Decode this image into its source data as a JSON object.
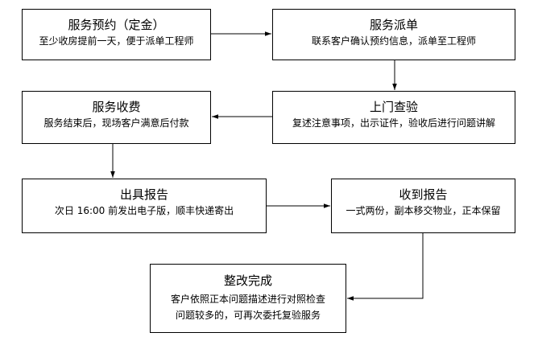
{
  "steps": [
    {
      "title": "服务预约（定金）",
      "desc": "至少收房提前一天，便于派单工程师"
    },
    {
      "title": "服务派单",
      "desc": "联系客户确认预约信息，派单至工程师"
    },
    {
      "title": "上门查验",
      "desc": "复述注意事项，出示证件，验收后进行问题讲解"
    },
    {
      "title": "服务收费",
      "desc": "服务结束后，现场客户满意后付款"
    },
    {
      "title": "出具报告",
      "desc": "次日 16:00 前发出电子版，顺丰快递寄出"
    },
    {
      "title": "收到报告",
      "desc": "一式两份，副本移交物业，正本保留"
    },
    {
      "title": "整改完成",
      "desc": [
        "客户依照正本问题描述进行对照检查",
        "问题较多的，可再次委托复验服务"
      ]
    }
  ]
}
